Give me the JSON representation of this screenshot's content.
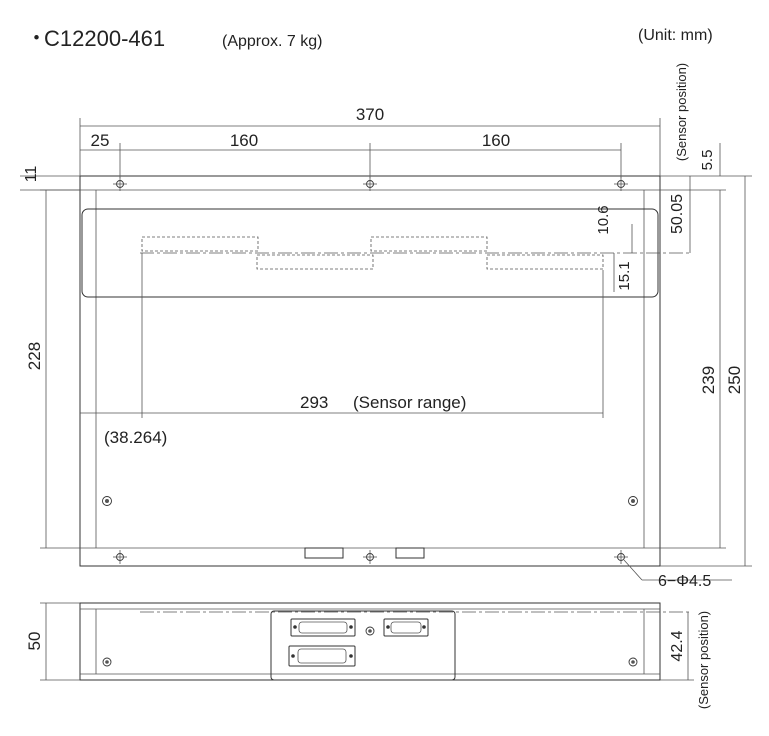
{
  "title": {
    "bullet": "・",
    "model": "C12200-461",
    "weight": "(Approx. 7 kg)",
    "unit": "(Unit: mm)"
  },
  "dimensions": {
    "overall_width": "370",
    "edge_offset": "25",
    "hole_pitch_left": "160",
    "hole_pitch_right": "160",
    "top_margin": "11",
    "inner_height": "228",
    "sensor_offset_top": "5.5",
    "sensor_depth": "50.05",
    "sensor_row_gap": "10.6",
    "sensor_row_gap2": "15.1",
    "height_239": "239",
    "height_250": "250",
    "sensor_range": "293",
    "sensor_range_label": "(Sensor range)",
    "sensor_range_offset": "(38.264)",
    "holes": "6−Φ4.5",
    "side_height": "50",
    "side_sensor_height": "42.4"
  },
  "labels": {
    "sensor_position_top": "(Sensor position)",
    "sensor_position_side": "(Sensor position)"
  }
}
